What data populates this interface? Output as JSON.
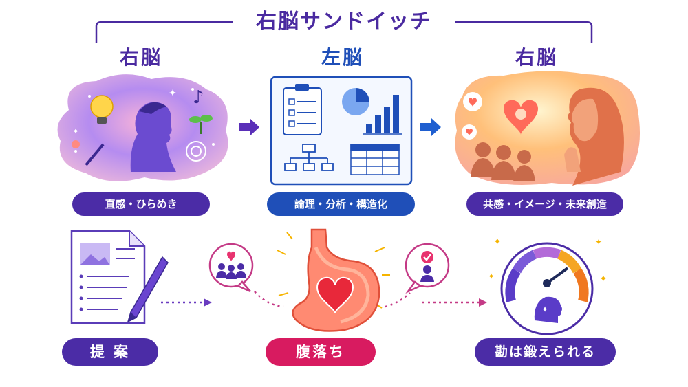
{
  "title": "右脳サンドイッチ",
  "columns": [
    {
      "heading": "右脳",
      "label": "直感・ひらめき"
    },
    {
      "heading": "左脳",
      "label": "論理・分析・構造化"
    },
    {
      "heading": "右脳",
      "label": "共感・イメージ・未来創造"
    }
  ],
  "bottom": {
    "step1": "提 案",
    "step2": "腹落ち",
    "step3": "勘は鍛えられる"
  },
  "colors": {
    "title": "#4a2aa0",
    "pill_purple": "#4b2ca6",
    "pill_blue": "#1f4fb8",
    "pill_pink": "#d81b60",
    "arrow_purple": "#5a2fb8",
    "arrow_blue": "#1f5fd0"
  }
}
